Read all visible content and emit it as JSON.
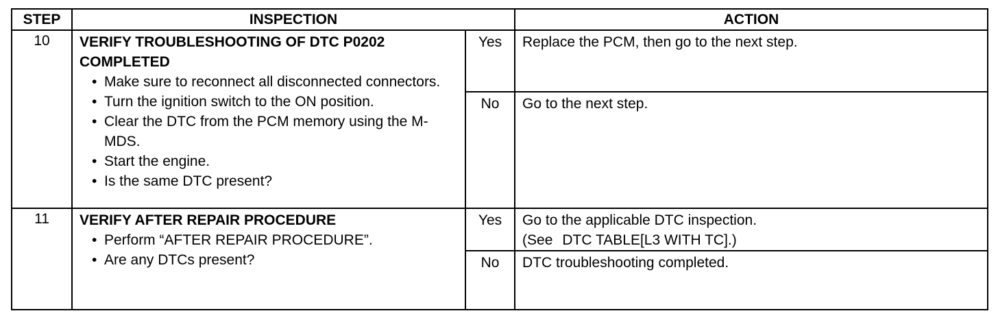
{
  "headers": {
    "step": "STEP",
    "inspection": "INSPECTION",
    "action": "ACTION"
  },
  "steps": [
    {
      "number": "10",
      "title_line1": "VERIFY TROUBLESHOOTING OF DTC P0202",
      "title_line2": "COMPLETED",
      "bullets": [
        "Make sure to reconnect all disconnected connectors.",
        "Turn the ignition switch to the ON position.",
        "Clear the DTC from the PCM memory using the M-MDS.",
        "Start the engine.",
        "Is the same DTC present?"
      ],
      "yes_label": "Yes",
      "yes_action": "Replace the PCM, then go to the next step.",
      "no_label": "No",
      "no_action": "Go to the next step."
    },
    {
      "number": "11",
      "title_line1": "VERIFY AFTER REPAIR PROCEDURE",
      "bullets": [
        "Perform “AFTER REPAIR PROCEDURE”.",
        "Are any DTCs present?"
      ],
      "yes_label": "Yes",
      "yes_action_line1": "Go to the applicable DTC inspection.",
      "yes_action_see_prefix": "(See",
      "yes_action_see_link": "DTC TABLE[L3 WITH TC]",
      "yes_action_see_suffix": ".)",
      "no_label": "No",
      "no_action": "DTC troubleshooting completed."
    }
  ]
}
